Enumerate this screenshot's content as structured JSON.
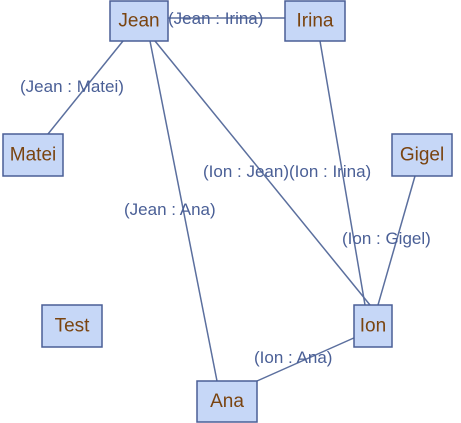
{
  "graph": {
    "colors": {
      "node_fill": "#c6d7f7",
      "node_border": "#4a5f96",
      "node_text": "#7a4410",
      "edge": "#5b6f9e",
      "edge_label": "#4a5f96"
    },
    "nodes": [
      {
        "id": "jean",
        "label": "Jean"
      },
      {
        "id": "irina",
        "label": "Irina"
      },
      {
        "id": "matei",
        "label": "Matei"
      },
      {
        "id": "gigel",
        "label": "Gigel"
      },
      {
        "id": "test",
        "label": "Test"
      },
      {
        "id": "ion",
        "label": "Ion"
      },
      {
        "id": "ana",
        "label": "Ana"
      }
    ],
    "edges": [
      {
        "id": "jean-irina",
        "source": "jean",
        "target": "irina",
        "label": "(Jean : Irina)"
      },
      {
        "id": "jean-matei",
        "source": "jean",
        "target": "matei",
        "label": "(Jean : Matei)"
      },
      {
        "id": "jean-ana",
        "source": "jean",
        "target": "ana",
        "label": "(Jean : Ana)"
      },
      {
        "id": "ion-jean",
        "source": "ion",
        "target": "jean",
        "label": "(Ion : Jean)"
      },
      {
        "id": "ion-irina",
        "source": "ion",
        "target": "irina",
        "label": "(Ion : Irina)"
      },
      {
        "id": "ion-gigel",
        "source": "ion",
        "target": "gigel",
        "label": "(Ion : Gigel)"
      },
      {
        "id": "ion-ana",
        "source": "ion",
        "target": "ana",
        "label": "(Ion : Ana)"
      }
    ]
  }
}
